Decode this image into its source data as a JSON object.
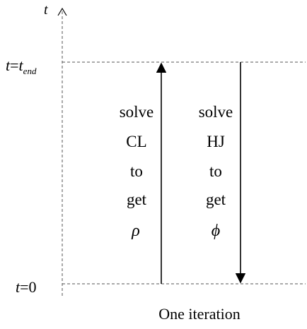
{
  "axis": {
    "label": "t"
  },
  "levels": {
    "top": {
      "t": "t",
      "eq": "=",
      "sub_t": "t",
      "sub_end": "end"
    },
    "bottom": {
      "t": "t",
      "eq": "=0"
    }
  },
  "left_column": {
    "direction": "up",
    "lines": [
      "solve",
      "CL",
      "to",
      "get",
      "ρ"
    ]
  },
  "right_column": {
    "direction": "down",
    "lines": [
      "solve",
      "HJ",
      "to",
      "get",
      "ϕ"
    ]
  },
  "caption": "One iteration"
}
